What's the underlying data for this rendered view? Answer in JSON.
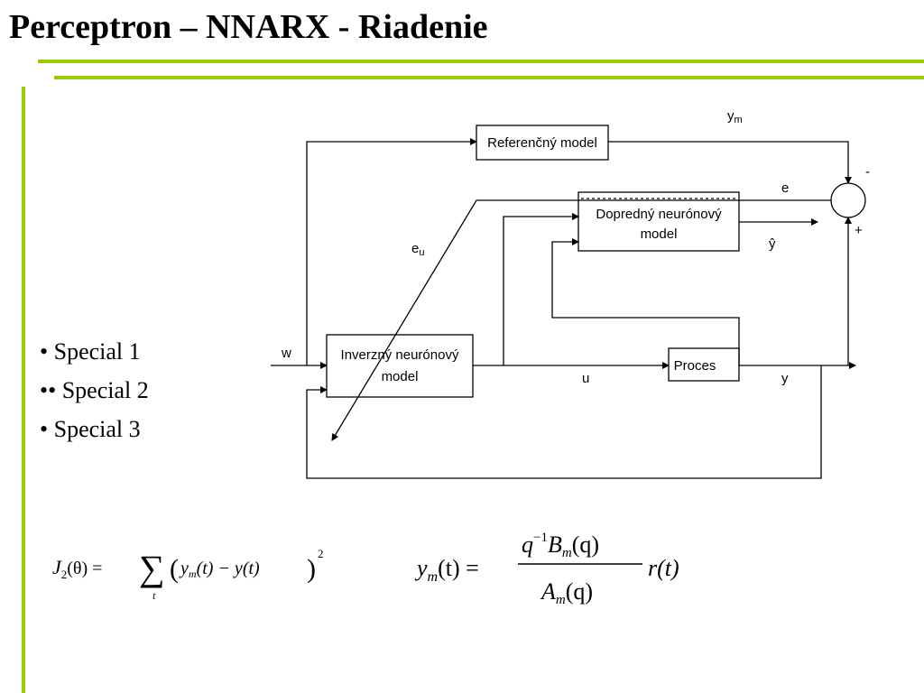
{
  "slide": {
    "title": "Perceptron – NNARX - Riadenie",
    "accent_color": "#99cc00"
  },
  "bullets": [
    "• Special 1",
    "•• Special 2",
    "• Special 3"
  ],
  "diagram": {
    "blocks": {
      "reference_model": "Referenčný model",
      "forward_nn_line1": "Dopredný neurónový",
      "forward_nn_line2": "model",
      "inverse_nn_line1": "Inverzný neurónový",
      "inverse_nn_line2": "model",
      "process": "Proces"
    },
    "signals": {
      "w": "w",
      "u": "u",
      "y": "y",
      "ym": "y",
      "ym_sub": "m",
      "e": "e",
      "eu": "e",
      "eu_sub": "u",
      "yhat": "ŷ",
      "minus": "-",
      "plus": "+"
    }
  },
  "equations": {
    "j2": {
      "J": "J",
      "sub2": "2",
      "theta": "(θ) =",
      "sigma": "∑",
      "sigma_sub": "t",
      "body_open": "(",
      "ym": "y",
      "ym_sub": "m",
      "ym_arg": "(t) − y(t)",
      "body_close": ")",
      "sup2": "2"
    },
    "ym_tf": {
      "lhs": "y",
      "lhs_sub": "m",
      "lhs_arg": "(t) =",
      "num_q": "q",
      "num_exp": "−1",
      "num_B": "B",
      "num_B_sub": "m",
      "num_arg": "(q)",
      "den_A": "A",
      "den_A_sub": "m",
      "den_arg": "(q)",
      "rhs": "r(t)"
    }
  }
}
